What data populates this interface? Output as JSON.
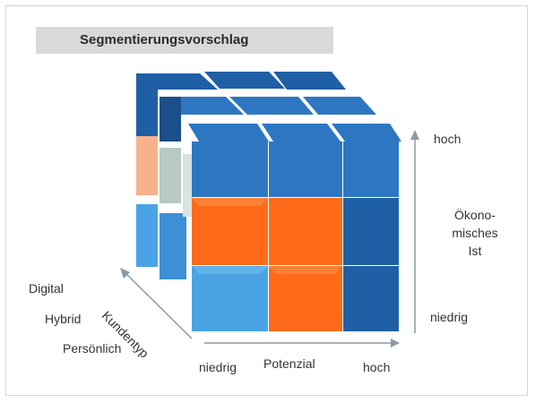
{
  "title": "Segmentierungsvorschlag",
  "axes": {
    "vertical": {
      "top": "hoch",
      "middle_lines": [
        "Ökono-",
        "misches",
        "Ist"
      ],
      "bottom": "niedrig"
    },
    "horizontal": {
      "left": "niedrig",
      "middle": "Potenzial",
      "right": "hoch"
    },
    "depth": {
      "label": "Kundentyp",
      "items": [
        "Digital",
        "Hybrid",
        "Persönlich"
      ]
    }
  },
  "colors": {
    "blue_dark": "#1f5fa5",
    "blue_mid": "#2d77c2",
    "blue_light": "#4aa3e4",
    "orange": "#ff6a1a",
    "orange_light": "#f6b28c",
    "gray_blue": "#b8c8c4"
  }
}
